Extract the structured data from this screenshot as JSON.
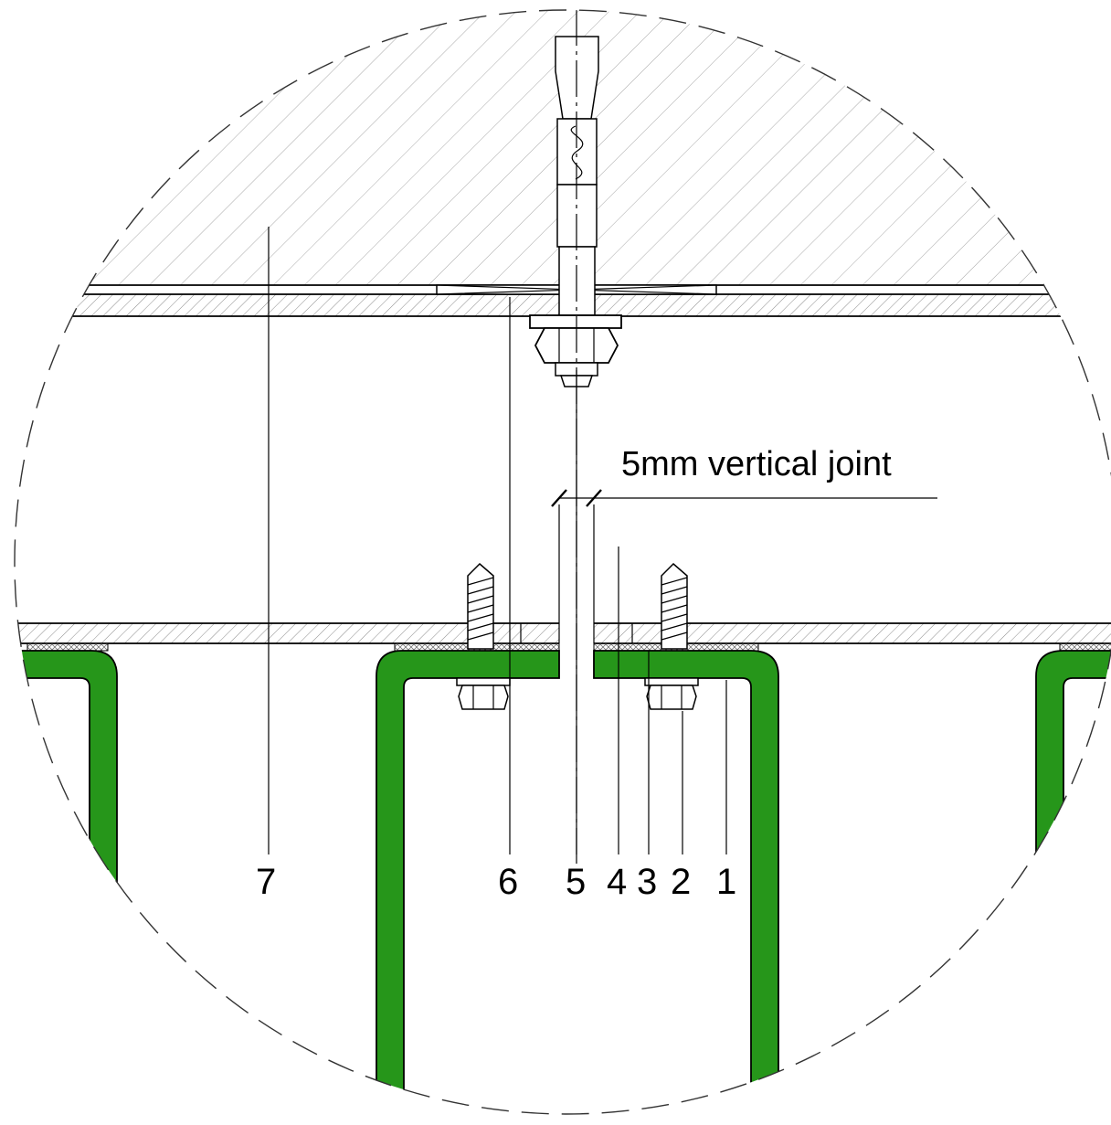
{
  "annotation": "5mm vertical joint",
  "callouts": [
    "7",
    "6",
    "5",
    "4",
    "3",
    "2",
    "1"
  ],
  "colors": {
    "bracket": "#26961a",
    "line": "#000000",
    "hatch": "#9a9a9a",
    "background": "#ffffff"
  }
}
